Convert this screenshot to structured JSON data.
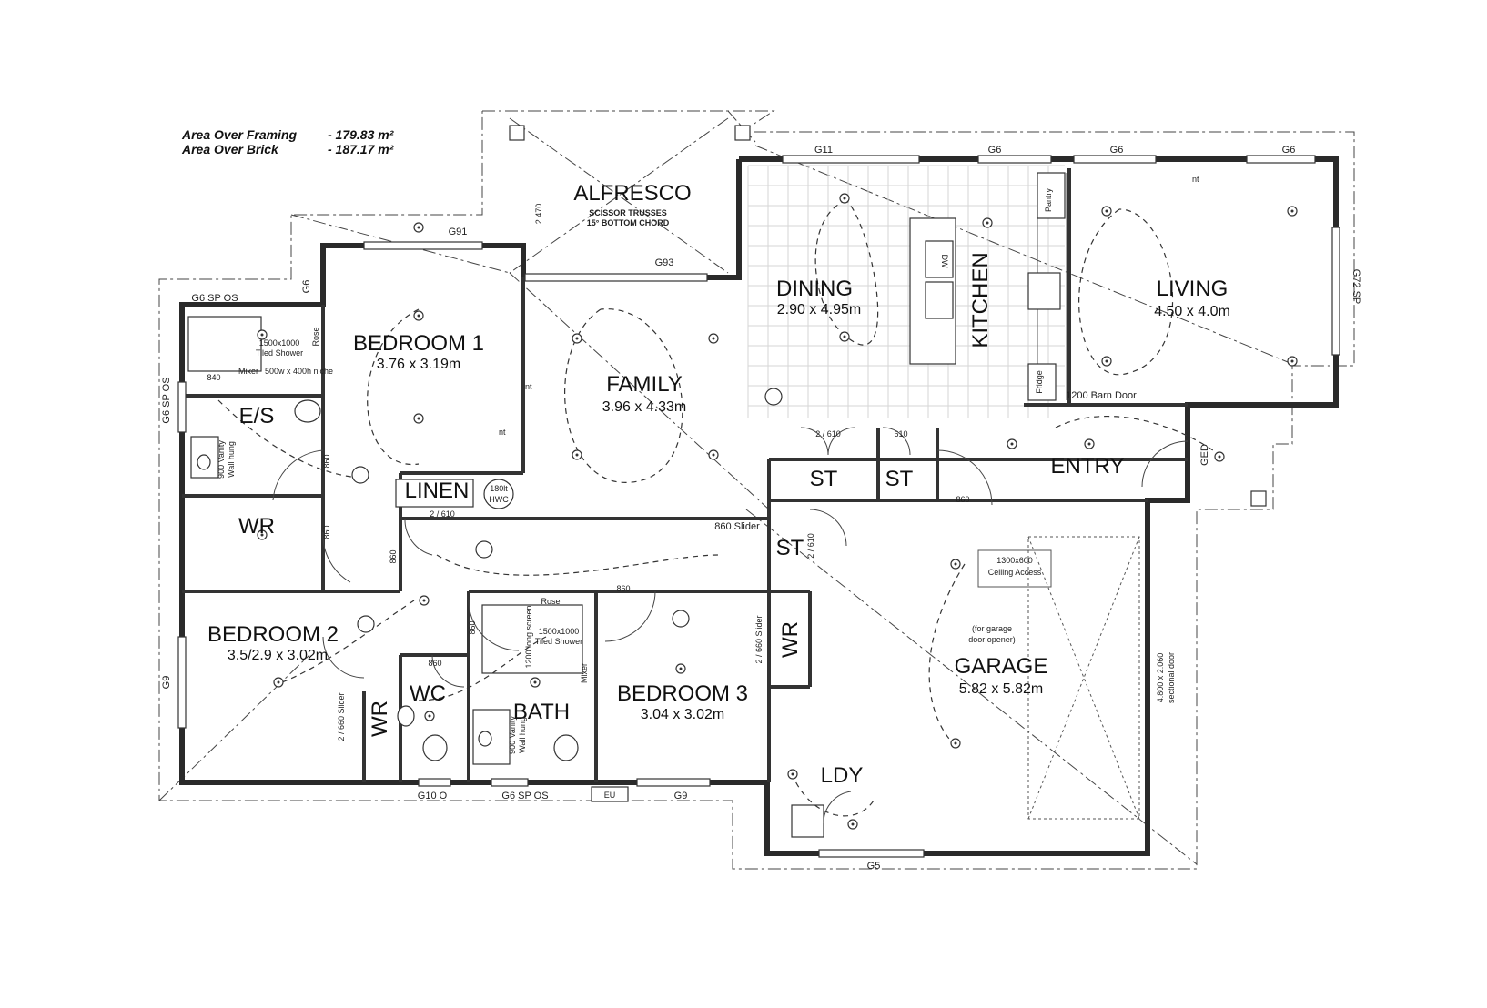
{
  "area": {
    "framing_label": "Area Over Framing",
    "framing_value": "- 179.83 m²",
    "brick_label": "Area Over Brick",
    "brick_value": "- 187.17 m²"
  },
  "rooms": {
    "alfresco": "ALFRESCO",
    "alfresco_note1": "SCISSOR TRUSSES",
    "alfresco_note2": "15° BOTTOM CHORD",
    "dining": "DINING",
    "dining_dim": "2.90 x 4.95m",
    "kitchen": "KITCHEN",
    "living": "LIVING",
    "living_dim": "4.50 x 4.0m",
    "bedroom1": "BEDROOM 1",
    "bedroom1_dim": "3.76 x 3.19m",
    "family": "FAMILY",
    "family_dim": "3.96 x 4.33m",
    "es": "E/S",
    "wr1": "WR",
    "linen": "LINEN",
    "hwc": "180lt",
    "hwc2": "HWC",
    "st1": "ST",
    "st2": "ST",
    "st3": "ST",
    "entry": "ENTRY",
    "bedroom2": "BEDROOM 2",
    "bedroom2_dim": "3.5/2.9 x 3.02m",
    "wc": "WC",
    "wr2": "WR",
    "bath": "BATH",
    "bedroom3": "BEDROOM 3",
    "bedroom3_dim": "3.04 x 3.02m",
    "wr3": "WR",
    "garage": "GARAGE",
    "garage_dim": "5.82 x 5.82m",
    "ldy": "LDY"
  },
  "labels": {
    "g11": "G11",
    "g6a": "G6",
    "g6b": "G6",
    "g6c": "G6",
    "g91": "G91",
    "g93": "G93",
    "g6_side": "G6",
    "g6spos_top": "G6 SP OS",
    "g6spos_left": "G6 SP OS",
    "g72sp": "G72 SP",
    "g9_left": "G9",
    "g10o": "G10 O",
    "g6spos_bottom": "G6 SP OS",
    "eu": "EU",
    "g9_bottom": "G9",
    "g5": "G5",
    "ged": "GED",
    "d2470": "2.470",
    "pantry": "Pantry",
    "dw": "DW",
    "fridge": "Fridge",
    "barn_door": "1200 Barn Door",
    "shower1": "1500x1000",
    "shower1b": "Tiled Shower",
    "rose1": "Rose",
    "mixer1": "Mixer",
    "niche1": "500w x 400h niche",
    "d840": "840",
    "vanity1": "900 Vanity",
    "vanity1b": "Wall hung",
    "d860a": "860",
    "d860b": "860",
    "d860c": "860",
    "d860d": "860",
    "d860e": "860",
    "d860f": "860",
    "d860g": "860",
    "d2610a": "2 / 610",
    "d2610b": "2 / 610",
    "d610": "610",
    "d2610c": "2 / 610",
    "slider860": "860 Slider",
    "ceiling1": "1300x600",
    "ceiling2": "Ceiling Access",
    "garage_note1": "(for garage",
    "garage_note2": "door opener)",
    "rose2": "Rose",
    "shower2": "1500x1000",
    "shower2b": "Tiled Shower",
    "screen": "1200 long screen",
    "mixer2": "Mixer",
    "vanity2": "900 Vanity",
    "vanity2b": "Wall hung",
    "slider660a": "2 / 660 Slider",
    "slider660b": "2 / 660 Slider",
    "sectional1": "4.800 x 2.060",
    "sectional2": "sectional door",
    "nt1": "nt",
    "nt2": "nt",
    "nt3": "nt"
  },
  "colors": {
    "wall": "#2a2a2a",
    "tile_grid": "#d6d6d6",
    "paper": "#ffffff"
  }
}
